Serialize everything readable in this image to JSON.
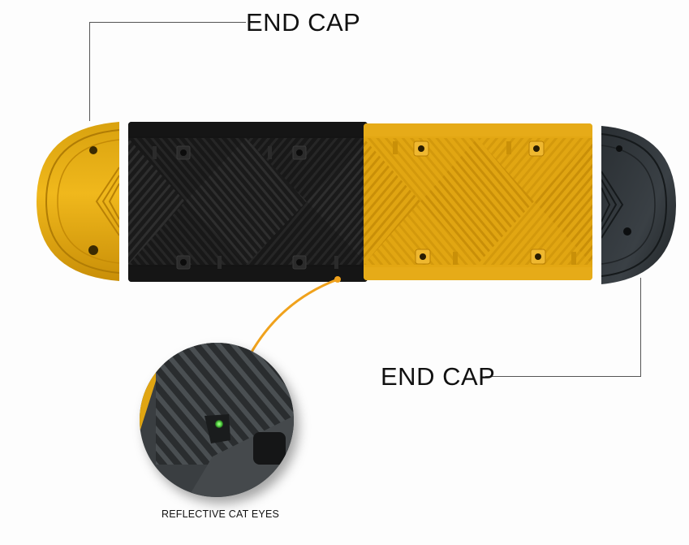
{
  "callouts": {
    "top_end_cap": "END CAP",
    "bottom_end_cap": "END CAP",
    "cat_eyes": "REFLECTIVE CAT EYES"
  },
  "product": {
    "segments": [
      {
        "type": "end-cap",
        "color": "yellow",
        "position": "left"
      },
      {
        "type": "middle-section",
        "color": "black"
      },
      {
        "type": "middle-section",
        "color": "yellow"
      },
      {
        "type": "end-cap",
        "color": "black",
        "position": "right"
      }
    ]
  },
  "colors": {
    "yellow": "#e3a713",
    "black": "#141414",
    "arrow": "#f0a21c",
    "cat_eye_glow": "#5ce04a",
    "leader_line": "#555555",
    "background": "#fdfdfd"
  }
}
